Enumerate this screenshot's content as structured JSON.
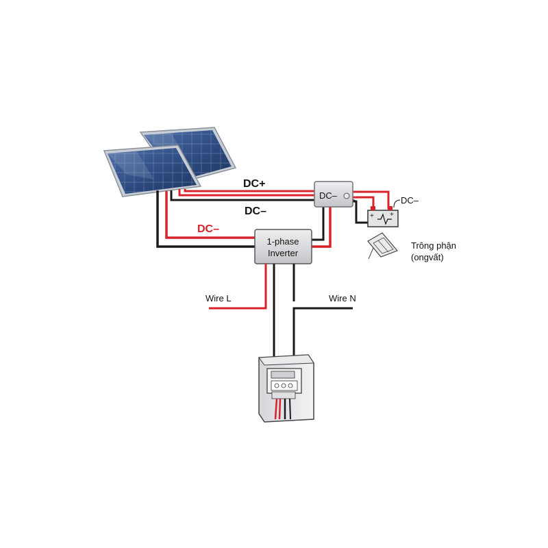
{
  "labels": {
    "dc_plus": "DC+",
    "dc_minus_mid": "DC–",
    "dc_minus_red": "DC–",
    "combiner": "DC–",
    "battery_dc": "DC–",
    "inverter_line1": "1-phase",
    "inverter_line2": "Inverter",
    "wire_l": "Wire L",
    "wire_n": "Wire N",
    "side_line1": "Trông phận",
    "side_line2": "(ongvất)"
  },
  "colors": {
    "red_wire": "#d8232a",
    "black_wire": "#1a1a1a",
    "panel_cell": "#2f4f86",
    "panel_frame": "#c9ced6",
    "box_fill": "#d9dadc",
    "label_red": "#d8232a"
  },
  "icons": {
    "solar_panel": "solar-panel-icon",
    "battery": "battery-icon",
    "meter_box": "meter-box-icon"
  }
}
